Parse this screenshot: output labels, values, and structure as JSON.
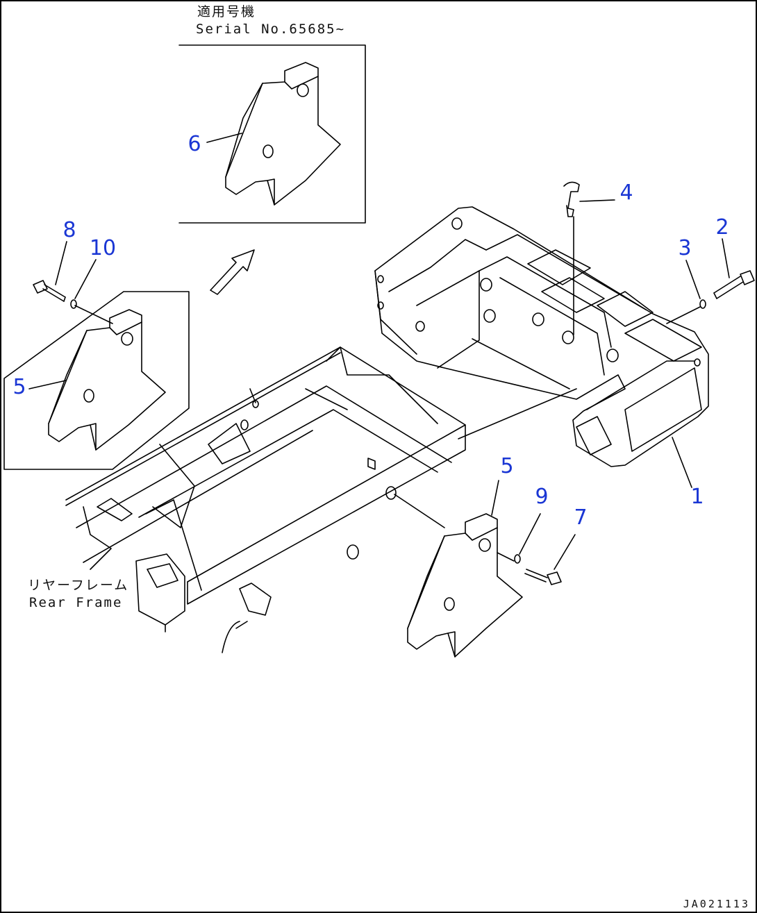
{
  "inset_note": {
    "line1": "適用号機",
    "line2": "Serial No.65685~"
  },
  "rear_frame_note": {
    "line1": "リヤーフレーム",
    "line2": "Rear Frame"
  },
  "callouts": {
    "c1": "1",
    "c2": "2",
    "c3": "3",
    "c4": "4",
    "c5_left": "5",
    "c5_right": "5",
    "c6": "6",
    "c7": "7",
    "c8": "8",
    "c9": "9",
    "c10": "10"
  },
  "drawing_id": "JA021113",
  "colors": {
    "callout": "#1a36d4",
    "linework": "#000000"
  }
}
